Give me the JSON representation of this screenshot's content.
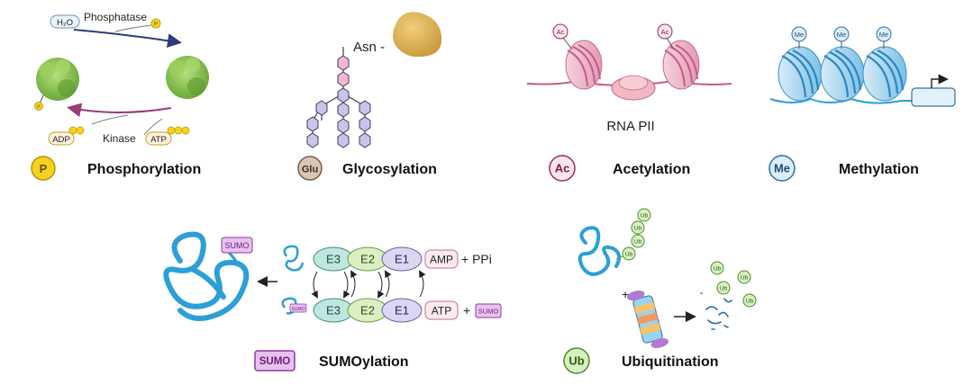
{
  "panels": {
    "phosphorylation": {
      "title": "Phosphorylation",
      "badge": "P",
      "water": "H₂O",
      "phosphatase": "Phosphatase",
      "kinase": "Kinase",
      "adp": "ADP",
      "atp": "ATP",
      "phosphate": "P"
    },
    "glycosylation": {
      "title": "Glycosylation",
      "badge": "Glu",
      "asn": "Asn -"
    },
    "acetylation": {
      "title": "Acetylation",
      "badge": "Ac",
      "mark": "Ac",
      "polymerase": "RNA PII"
    },
    "methylation": {
      "title": "Methylation",
      "badge": "Me",
      "mark": "Me"
    },
    "sumoylation": {
      "title": "SUMOylation",
      "badge": "SUMO",
      "sumo_tag": "SUMO",
      "enzymes": [
        "E3",
        "E2",
        "E1"
      ],
      "amp": "AMP",
      "ppi": "+ PPi",
      "atp": "ATP",
      "plus": "+"
    },
    "ubiquitination": {
      "title": "Ubiquitination",
      "badge": "Ub",
      "mark": "Ub",
      "plus": "+"
    }
  },
  "colors": {
    "phospho": "#f7d21e",
    "glyco": "#c8b09a",
    "acetyl": "#e9b6c6",
    "methyl": "#cfe6f6",
    "sumo": "#e8c2ef",
    "ubiquitin": "#b7e39a",
    "protein_blue": "#2c9fd6"
  }
}
